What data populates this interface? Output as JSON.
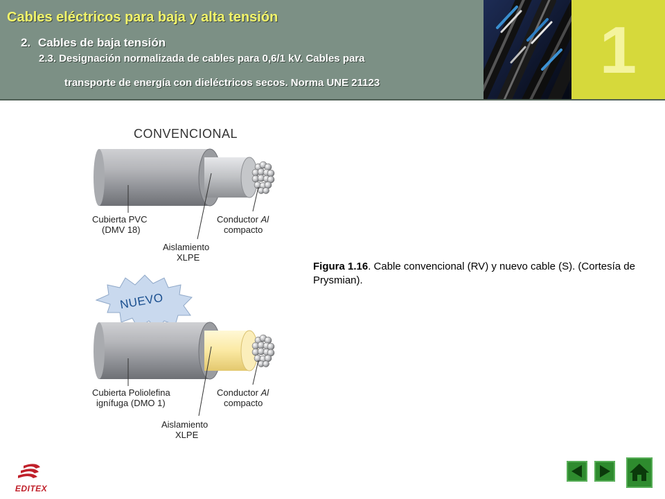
{
  "header": {
    "title": "Cables eléctricos para baja y alta tensión",
    "section_number": "2.",
    "section_title": "Cables de baja tensión",
    "subsection_line1": "2.3. Designación normalizada de cables para 0,6/1 kV. Cables para",
    "subsection_line2": "transporte de energía con dieléctricos secos. Norma UNE 21123",
    "chapter_number": "1"
  },
  "figure": {
    "top_title": "CONVENCIONAL",
    "top_label_sheath_1": "Cubierta PVC",
    "top_label_sheath_2": "(DMV 18)",
    "top_label_conductor_1": "Conductor ",
    "top_label_conductor_al": "Al",
    "top_label_conductor_2": "compacto",
    "top_label_insulation_1": "Aislamiento",
    "top_label_insulation_2": "XLPE",
    "badge": "NUEVO",
    "bottom_label_sheath_1": "Cubierta Poliolefina",
    "bottom_label_sheath_2": "ignífuga (DMO 1)",
    "bottom_label_conductor_1": "Conductor ",
    "bottom_label_conductor_al": "Al",
    "bottom_label_conductor_2": "compacto",
    "bottom_label_insulation_1": "Aislamiento",
    "bottom_label_insulation_2": "XLPE"
  },
  "caption": {
    "bold": "Figura 1.16",
    "text": ". Cable convencional (RV) y nuevo cable (S). (Cortesía de Prysmian)."
  },
  "footer": {
    "logo_text": "EDITEX",
    "prev_icon": "triangle-left-icon",
    "next_icon": "triangle-right-icon",
    "home_icon": "house-icon"
  },
  "colors": {
    "header_bg": "#7c9085",
    "title_yellow": "#f2f46a",
    "chapter_bg": "#d6d93b",
    "nav_green": "#2e8b2e",
    "logo_red": "#c0202a"
  }
}
